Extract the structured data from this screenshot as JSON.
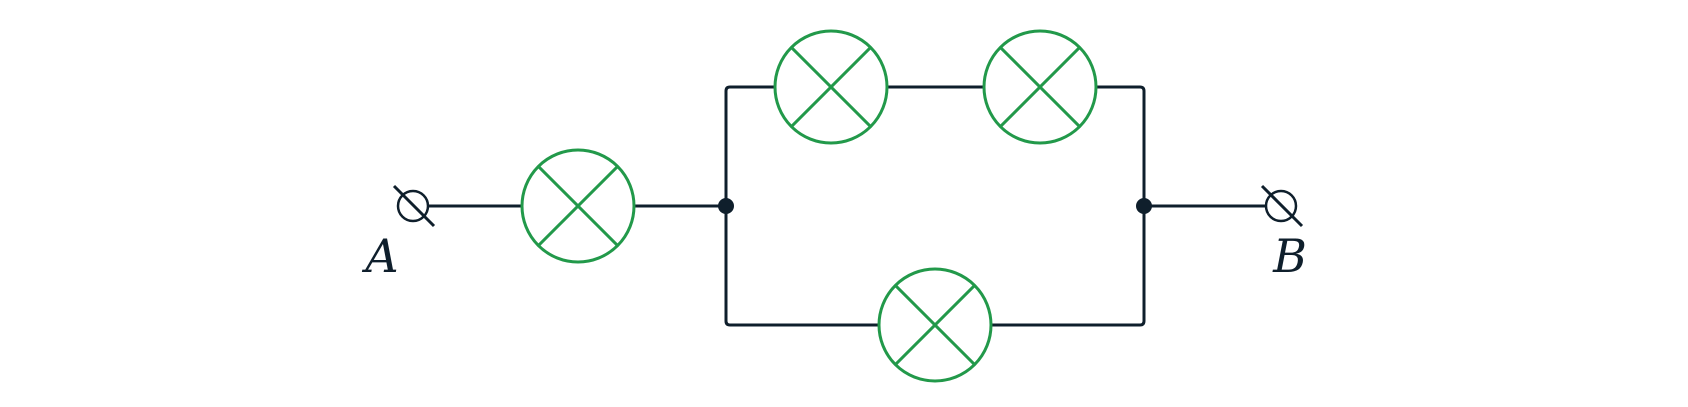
{
  "colors": {
    "wire": "#0f1f2c",
    "lamp": "#22994a"
  },
  "terminals": [
    {
      "id": "A",
      "label": "A"
    },
    {
      "id": "B",
      "label": "B"
    }
  ],
  "components": {
    "lamp_count": 4,
    "lamp_icon": "lamp-icon",
    "terminal_icon": "terminal-icon",
    "junction_icon": "junction-dot"
  }
}
